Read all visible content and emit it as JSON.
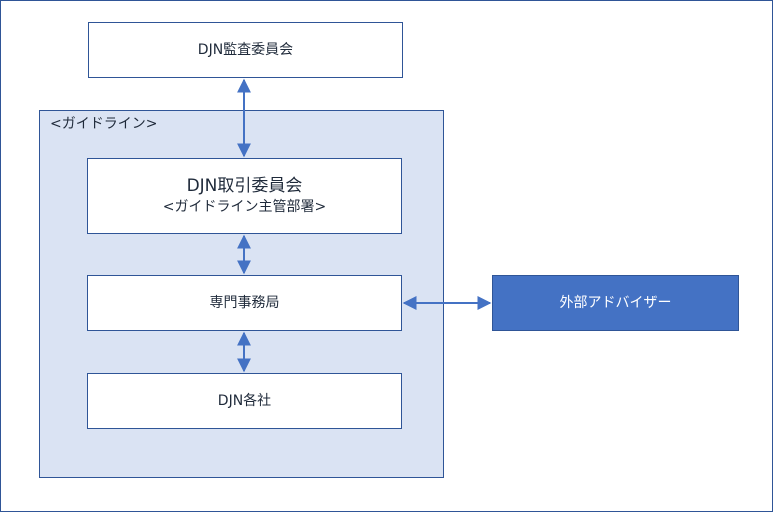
{
  "diagram": {
    "audit_committee": "DJN監査委員会",
    "guideline_group_label": "<ガイドライン>",
    "trading_committee": {
      "title": "DJN取引委員会",
      "subtitle": "<ガイドライン主管部署>"
    },
    "secretariat": "専門事務局",
    "member_companies": "DJN各社",
    "external_advisor": "外部アドバイザー"
  },
  "colors": {
    "border": "#2f5597",
    "group_fill": "#dae3f3",
    "advisor_fill": "#4472c4",
    "arrow": "#4472c4"
  }
}
